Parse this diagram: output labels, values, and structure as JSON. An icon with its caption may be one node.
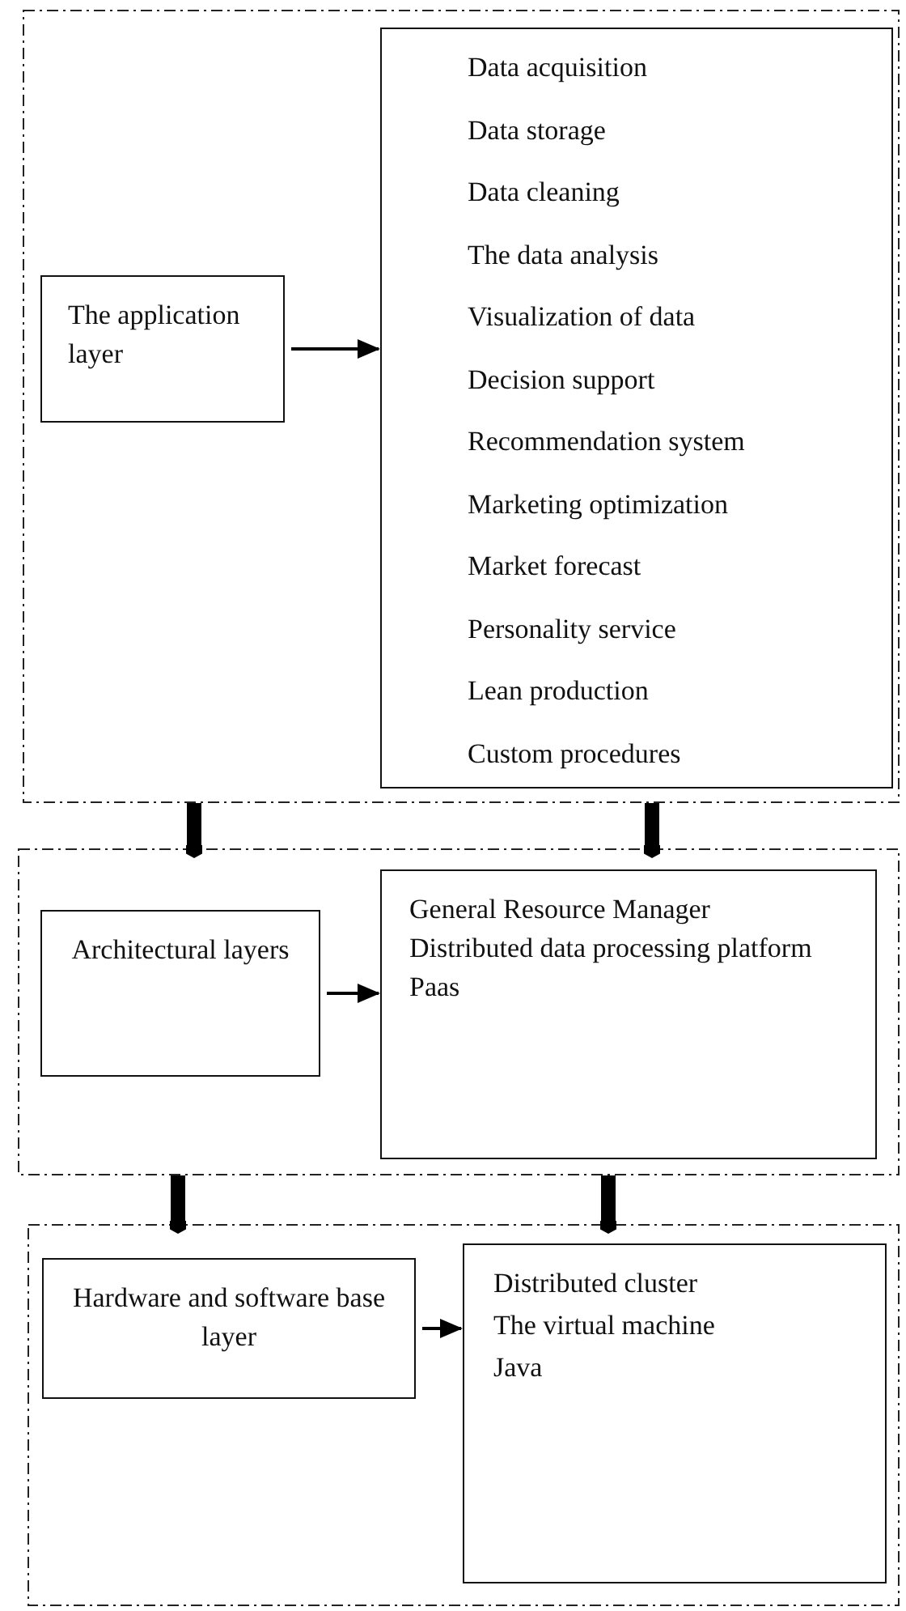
{
  "diagram": {
    "nodes": [
      {
        "text": [],
        "shape": "box"
      },
      {
        "text": [
          "The application layer"
        ],
        "in": 0
      },
      {
        "text": [
          "Data acquisition",
          "Data storage",
          "Data cleaning",
          "The data analysis",
          "Visualization of data",
          "Decision support",
          "Recommendation system",
          "Marketing optimization",
          "Market forecast",
          "Personality service",
          "Lean production",
          "Custom procedures"
        ],
        "in": 0
      },
      {
        "text": [],
        "shape": "box"
      },
      {
        "text": [
          "Architectural layers"
        ],
        "in": 3
      },
      {
        "text": [
          "General Resource Manager",
          "Distributed data processing platform",
          "Paas"
        ],
        "in": 3
      },
      {
        "text": [],
        "shape": "box"
      },
      {
        "text": [
          "Hardware and software base layer"
        ],
        "in": 6
      },
      {
        "text": [
          "Distributed cluster",
          "The virtual machine",
          "Java"
        ],
        "in": 6
      }
    ],
    "edges": [
      {
        "from": 1,
        "to": 2,
        "arrow": "to"
      },
      {
        "from": 0,
        "to": 3,
        "arrow": "to"
      },
      {
        "from": 0,
        "to": 3,
        "arrow": "to"
      },
      {
        "from": 4,
        "to": 5,
        "arrow": "to"
      },
      {
        "from": 3,
        "to": 6,
        "arrow": "to"
      },
      {
        "from": 3,
        "to": 6,
        "arrow": "to"
      },
      {
        "from": 7,
        "to": 8,
        "arrow": "to"
      }
    ]
  }
}
